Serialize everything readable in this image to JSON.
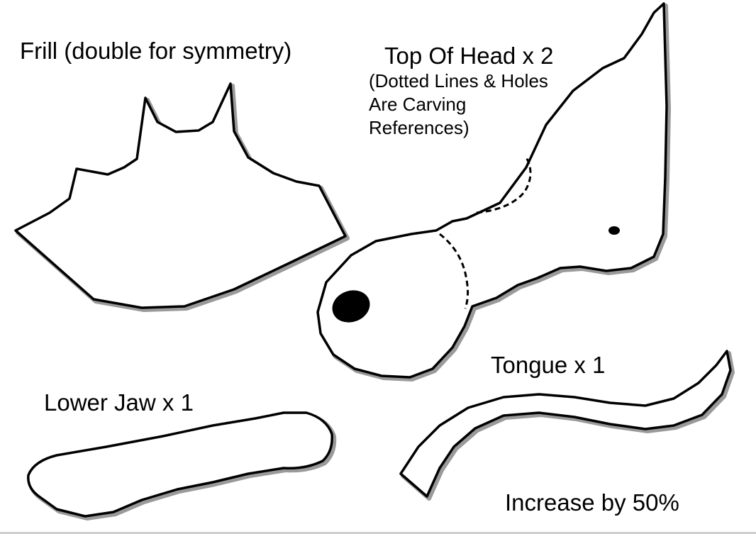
{
  "labels": {
    "frill": "Frill (double for symmetry)",
    "top_of_head": "Top Of Head x 2",
    "note_line1": "(Dotted Lines & Holes",
    "note_line2": "Are Carving",
    "note_line3": "References)",
    "tongue": "Tongue x 1",
    "lower_jaw": "Lower Jaw x 1",
    "increase": "Increase by 50%"
  },
  "colors": {
    "ink": "#000000",
    "paper": "#ffffff",
    "shade": "#9a9a9a"
  }
}
